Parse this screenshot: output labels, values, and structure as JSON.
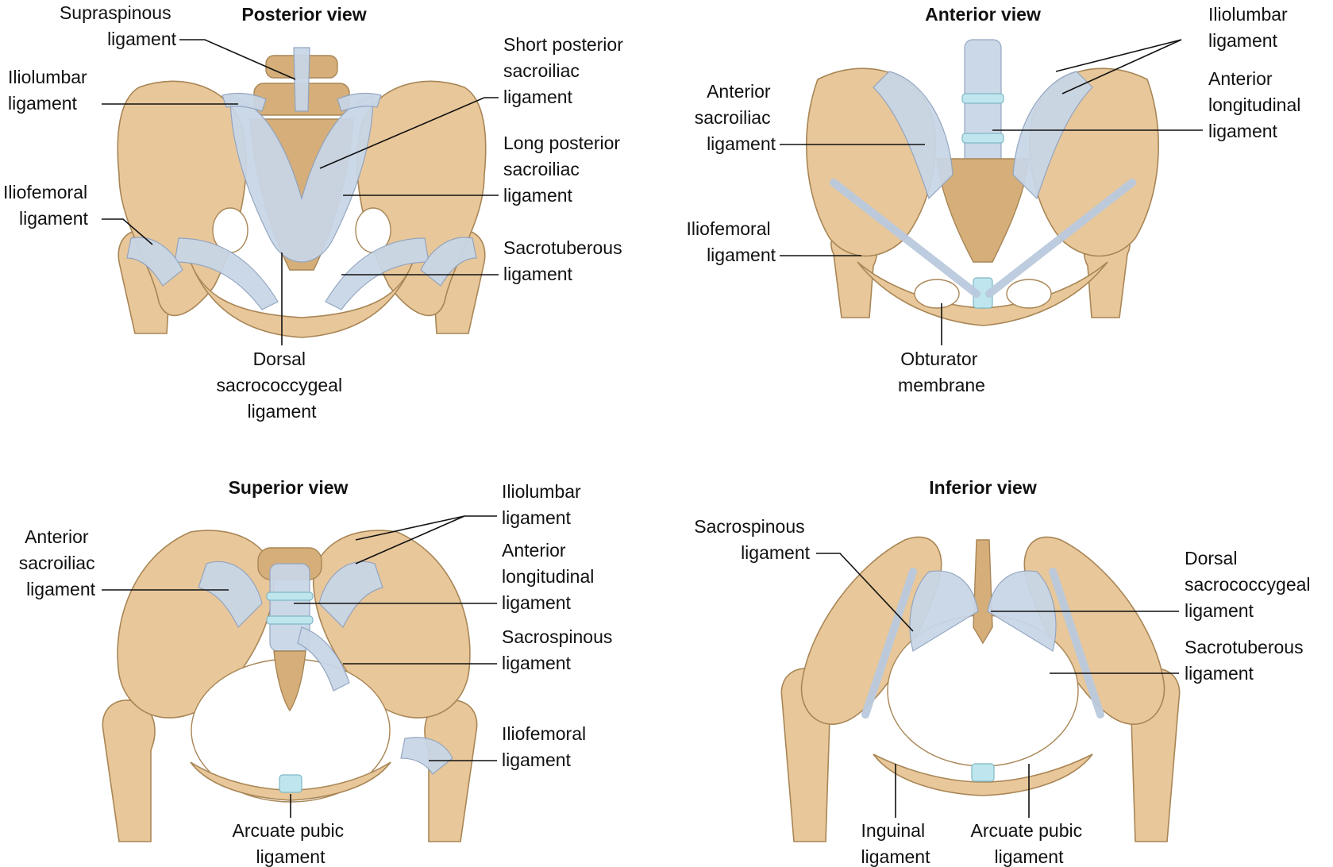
{
  "views": {
    "posterior": {
      "title": "Posterior view",
      "labels": {
        "supraspinous": [
          "Supraspinous",
          "ligament"
        ],
        "iliolumbar": [
          "Iliolumbar",
          "ligament"
        ],
        "iliofemoral": [
          "Iliofemoral",
          "ligament"
        ],
        "short_post_si": [
          "Short posterior",
          "sacroiliac",
          "ligament"
        ],
        "long_post_si": [
          "Long posterior",
          "sacroiliac",
          "ligament"
        ],
        "sacrotuberous": [
          "Sacrotuberous",
          "ligament"
        ],
        "dorsal_sacrococcygeal": [
          "Dorsal",
          "sacrococcygeal",
          "ligament"
        ]
      }
    },
    "anterior": {
      "title": "Anterior view",
      "labels": {
        "iliolumbar": [
          "Iliolumbar",
          "ligament"
        ],
        "anterior_si": [
          "Anterior",
          "sacroiliac",
          "ligament"
        ],
        "anterior_longitudinal": [
          "Anterior",
          "longitudinal",
          "ligament"
        ],
        "iliofemoral": [
          "Iliofemoral",
          "ligament"
        ],
        "obturator_membrane": [
          "Obturator",
          "membrane"
        ]
      }
    },
    "superior": {
      "title": "Superior view",
      "labels": {
        "anterior_si": [
          "Anterior",
          "sacroiliac",
          "ligament"
        ],
        "iliolumbar": [
          "Iliolumbar",
          "ligament"
        ],
        "anterior_longitudinal": [
          "Anterior",
          "longitudinal",
          "ligament"
        ],
        "sacrospinous": [
          "Sacrospinous",
          "ligament"
        ],
        "iliofemoral": [
          "Iliofemoral",
          "ligament"
        ],
        "arcuate_pubic": [
          "Arcuate pubic",
          "ligament"
        ]
      }
    },
    "inferior": {
      "title": "Inferior view",
      "labels": {
        "sacrospinous": [
          "Sacrospinous",
          "ligament"
        ],
        "dorsal_sacrococcygeal": [
          "Dorsal",
          "sacrococcygeal",
          "ligament"
        ],
        "sacrotuberous": [
          "Sacrotuberous",
          "ligament"
        ],
        "inguinal": [
          "Inguinal",
          "ligament"
        ],
        "arcuate_pubic": [
          "Arcuate pubic",
          "ligament"
        ]
      }
    }
  }
}
